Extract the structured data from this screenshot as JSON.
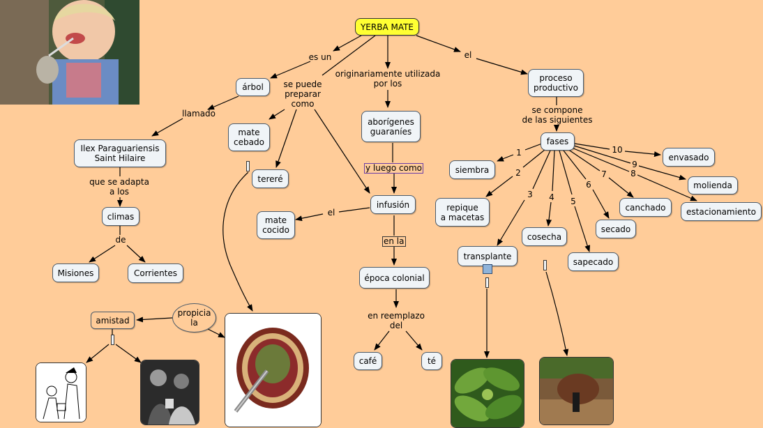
{
  "title": "YERBA MATE",
  "nodes": {
    "arbol": "árbol",
    "ilex": "Ilex Paraguariensis\nSaint Hilaire",
    "climas": "climas",
    "misiones": "Misiones",
    "corrientes": "Corrientes",
    "mate_cebado": "mate\ncebado",
    "terere": "tereré",
    "mate_cocido": "mate\ncocido",
    "infusion": "infusión",
    "aborigenes": "aborígenes\nguaraníes",
    "epoca": "época colonial",
    "cafe": "café",
    "te": "té",
    "proceso": "proceso\nproductivo",
    "fases": "fases",
    "siembra": "siembra",
    "repique": "repique\na macetas",
    "transplante": "transplante",
    "cosecha": "cosecha",
    "sapecado": "sapecado",
    "secado": "secado",
    "canchado": "canchado",
    "estacionamiento": "estacionamiento",
    "molienda": "molienda",
    "envasado": "envasado",
    "amistad": "amistad",
    "propicia": "propicia\nla"
  },
  "links": {
    "es_un": "es un",
    "llamado": "llamado",
    "se_adapta": "que se adapta\na los",
    "de": "de",
    "se_puede": "se puede\npreparar\ncomo",
    "originariamente": "originariamente utilizada\npor los",
    "y_luego": "y luego como",
    "el_left": "el",
    "en_la": "en la",
    "en_reemplazo": "en reemplazo\ndel",
    "el_right": "el",
    "se_compone": "se compone\nde las siguientes",
    "n1": "1",
    "n2": "2",
    "n3": "3",
    "n4": "4",
    "n5": "5",
    "n6": "6",
    "n7": "7",
    "n8": "8",
    "n9": "9",
    "n10": "10"
  },
  "images": {
    "child_photo": "child-drinking-mate-photo",
    "mate_gourd": "mate-gourd-photo",
    "friends_drawing": "friends-sharing-mate-drawing",
    "friends_photo": "friends-bw-photo",
    "leaves": "yerba-leaves-photo",
    "harvest": "harvest-worker-photo"
  },
  "colors": {
    "background": "#FFCC99",
    "title_fill": "#FFFF33",
    "node_fill": "#F0F4F7",
    "line": "#000000"
  }
}
